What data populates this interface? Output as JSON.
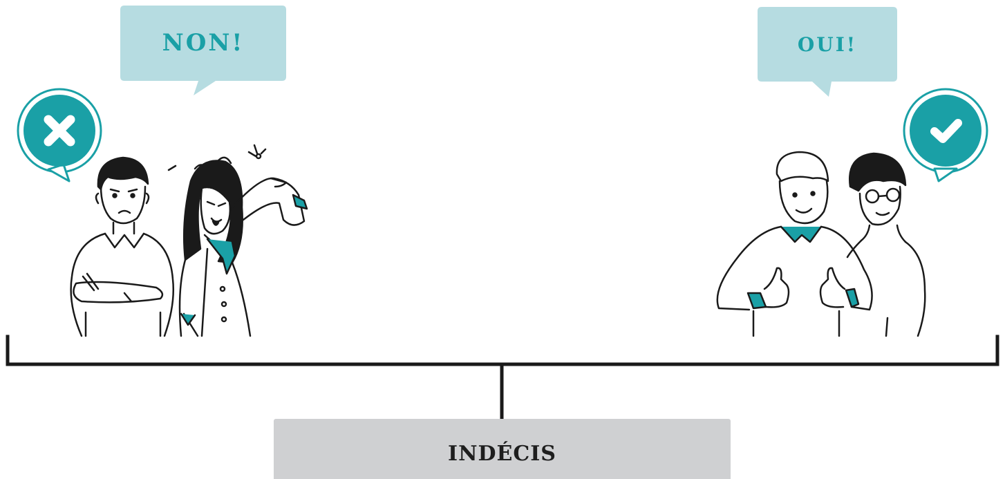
{
  "bubbles": {
    "left_label": "NON!",
    "right_label": "OUI!"
  },
  "undecided": {
    "label": "INDÉCIS"
  },
  "colors": {
    "accent": "#1aa0a6",
    "bubble_fill": "#b6dce1",
    "box_fill": "#cfd0d2",
    "line": "#1a1a1a"
  },
  "icons": {
    "left_badge": "cross-icon",
    "right_badge": "check-icon"
  }
}
